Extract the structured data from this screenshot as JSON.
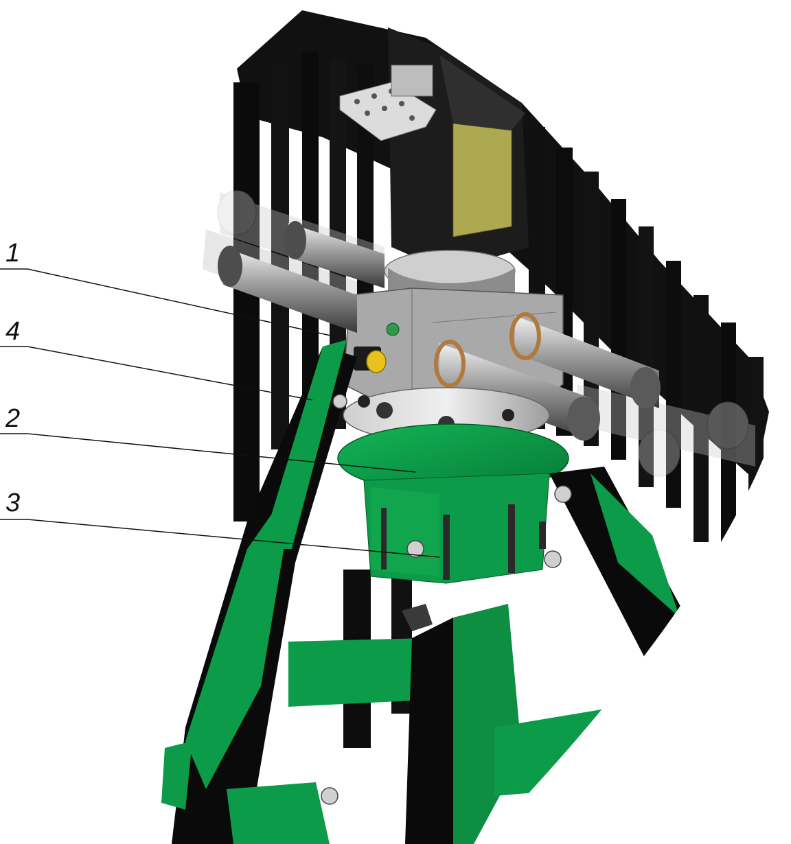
{
  "callouts": [
    {
      "label": "1"
    },
    {
      "label": "4"
    },
    {
      "label": "2"
    },
    {
      "label": "3"
    }
  ],
  "colors": {
    "frame_green": "#0c9b48",
    "frame_green_dark": "#066b30",
    "black_frame": "#0d0d0d",
    "steel": "#8f8f8f",
    "steel_light": "#d9d9d9",
    "bronze": "#b07a3e",
    "yellow_label": "#e6c21a"
  }
}
